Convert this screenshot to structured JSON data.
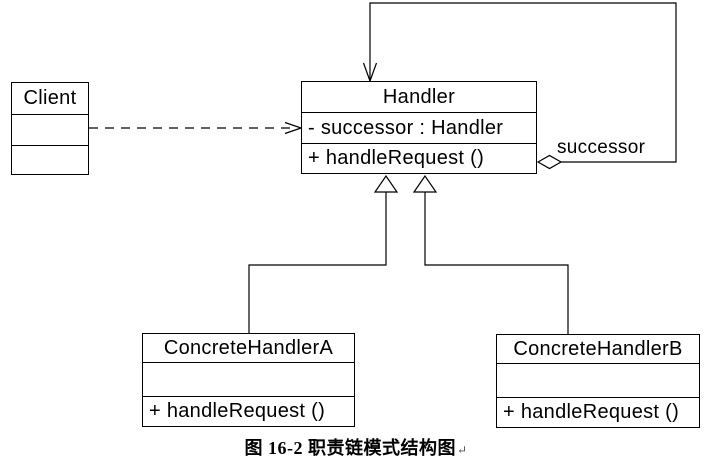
{
  "figure": {
    "caption": "图 16-2 职责链模式结构图",
    "return_mark": "↵"
  },
  "classes": {
    "client": {
      "name": "Client"
    },
    "handler": {
      "name": "Handler",
      "attribute": "- successor : Handler",
      "method": "+ handleRequest ()"
    },
    "concrete_handler_a": {
      "name": "ConcreteHandlerA",
      "method": "+ handleRequest ()"
    },
    "concrete_handler_b": {
      "name": "ConcreteHandlerB",
      "method": "+ handleRequest ()"
    }
  },
  "labels": {
    "successor": "successor"
  },
  "colors": {
    "line": "#000000",
    "background": "#ffffff",
    "text": "#000000"
  }
}
